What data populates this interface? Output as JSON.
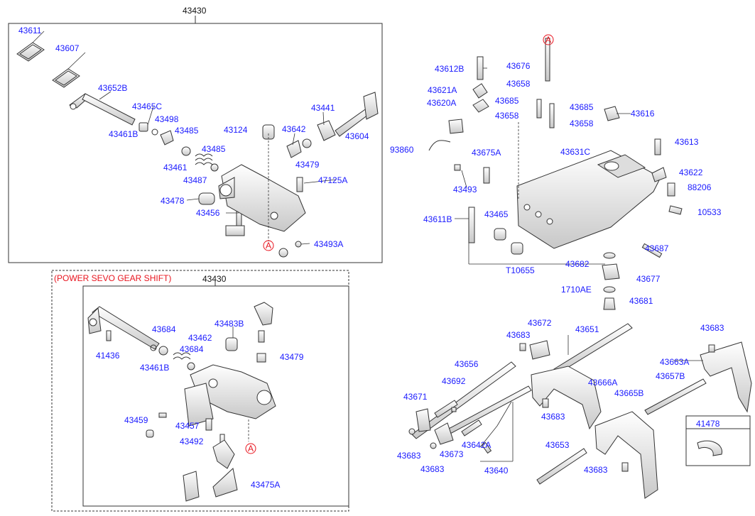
{
  "colors": {
    "label": "#1a1aff",
    "assembly_label": "#111111",
    "reference": "#e8141e",
    "line": "#333333"
  },
  "assemblies": {
    "main_shift_assy": "43430",
    "power_servo_title": "(POWER SEVO GEAR SHIFT)",
    "power_servo_assy": "43430"
  },
  "reference_marker": "A",
  "parts": {
    "p43611": "43611",
    "p43607": "43607",
    "p43652B": "43652B",
    "p43465C": "43465C",
    "p43498": "43498",
    "p43461B_a": "43461B",
    "p43485_a": "43485",
    "p43485_b": "43485",
    "p43461": "43461",
    "p43487": "43487",
    "p43124": "43124",
    "p43642": "43642",
    "p43441": "43441",
    "p43604": "43604",
    "p43479_a": "43479",
    "p47125A": "47125A",
    "p43478": "43478",
    "p43456": "43456",
    "p43493A": "43493A",
    "p43612B": "43612B",
    "p43676": "43676",
    "p43658_a": "43658",
    "p43621A": "43621A",
    "p43685_a": "43685",
    "p43620A": "43620A",
    "p43658_b": "43658",
    "p43685_b": "43685",
    "p43616": "43616",
    "p43658_c": "43658",
    "p93860": "93860",
    "p43675A": "43675A",
    "p43631C": "43631C",
    "p43613": "43613",
    "p43622": "43622",
    "p43493": "43493",
    "p88206": "88206",
    "p10533": "10533",
    "p43611B": "43611B",
    "p43465": "43465",
    "p43687": "43687",
    "pT10655": "T10655",
    "p43682": "43682",
    "p43677": "43677",
    "p1710AE": "1710AE",
    "p43681": "43681",
    "p43684_a": "43684",
    "p43483B": "43483B",
    "p43462": "43462",
    "p41436": "41436",
    "p43684_b": "43684",
    "p43461B_b": "43461B",
    "p43479_b": "43479",
    "p43459": "43459",
    "p43457": "43457",
    "p43492": "43492",
    "p43475A": "43475A",
    "p43672": "43672",
    "p43683_a": "43683",
    "p43651": "43651",
    "p43683_b": "43683",
    "p43656": "43656",
    "p43663A": "43663A",
    "p43692": "43692",
    "p43666A": "43666A",
    "p43657B": "43657B",
    "p43671": "43671",
    "p43665B": "43665B",
    "p43683_c": "43683",
    "p41478": "41478",
    "p43683_d": "43683",
    "p43673": "43673",
    "p43642A": "43642A",
    "p43653": "43653",
    "p43683_e": "43683",
    "p43640": "43640",
    "p43683_f": "43683"
  }
}
